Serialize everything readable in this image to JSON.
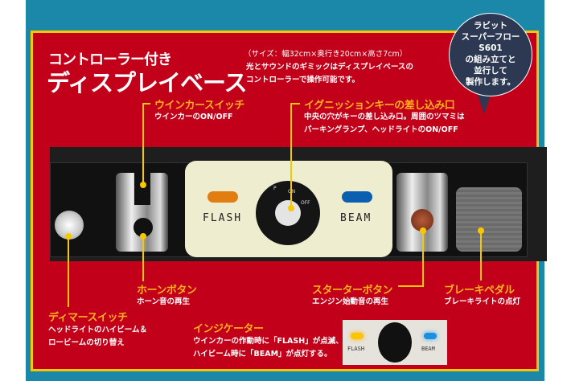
{
  "title": {
    "line1": "コントローラー付き",
    "line2": "ディスプレイベース"
  },
  "intro": {
    "size": "（サイズ：幅32cm×奥行き20cm×高さ7cm）",
    "line1": "光とサウンドのギミックはディスプレイベースの",
    "line2": "コントローラーで操作可能です。"
  },
  "bubble": {
    "lines": [
      "ラビット",
      "スーパーフロー",
      "S601",
      "の組み立てと",
      "並行して",
      "製作します。"
    ]
  },
  "callouts": {
    "winker": {
      "title": "ウインカースイッチ",
      "desc": "ウインカーのON/OFF"
    },
    "ignition": {
      "title": "イグニッションキーの差し込み口",
      "desc1": "中央の穴がキーの差し込み口。周囲のツマミは",
      "desc2": "パーキングランプ、ヘッドライトのON/OFF"
    },
    "horn": {
      "title": "ホーンボタン",
      "desc": "ホーン音の再生"
    },
    "starter": {
      "title": "スターターボタン",
      "desc": "エンジン始動音の再生"
    },
    "brake": {
      "title": "ブレーキペダル",
      "desc": "ブレーキライトの点灯"
    },
    "dimmer": {
      "title": "ディマースイッチ",
      "desc1": "ヘッドライトのハイビーム＆",
      "desc2": "ロービームの切り替え"
    },
    "indicator": {
      "title": "インジケーター",
      "desc1": "ウインカーの作動時に「FLASH」が点滅、",
      "desc2": "ハイビーム時に「BEAM」が点灯する。"
    }
  },
  "panel": {
    "flash": "FLASH",
    "beam": "BEAM",
    "key_p": "P",
    "key_on": "ON",
    "key_off": "OFF"
  },
  "colors": {
    "background": "#1b87a9",
    "panel": "#c2001a",
    "border": "#f7c800",
    "heading": "#ffb21c",
    "bubble": "#2d3952"
  }
}
